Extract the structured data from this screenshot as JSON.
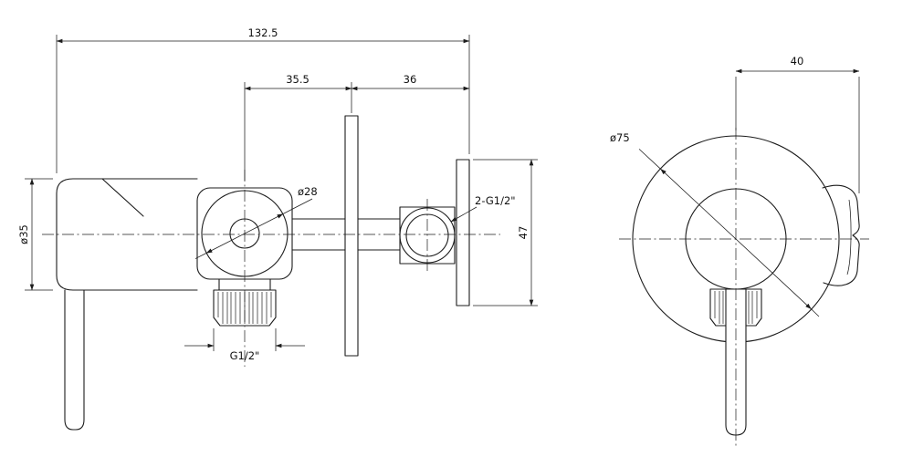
{
  "drawing": {
    "background_color": "#ffffff",
    "line_color": "#1c1c1c",
    "side_view": {
      "dim_overall_width": "132.5",
      "dim_valve_to_wall": "35.5",
      "dim_wall_section": "36",
      "dim_body_diameter": "ø35",
      "dim_cartridge_diameter": "ø28",
      "dim_inlet_threads": "2-G1/2\"",
      "dim_union_height": "47",
      "dim_outlet_thread": "G1/2\""
    },
    "front_view": {
      "dim_holder_offset": "40",
      "dim_escutcheon_diameter": "ø75"
    }
  }
}
